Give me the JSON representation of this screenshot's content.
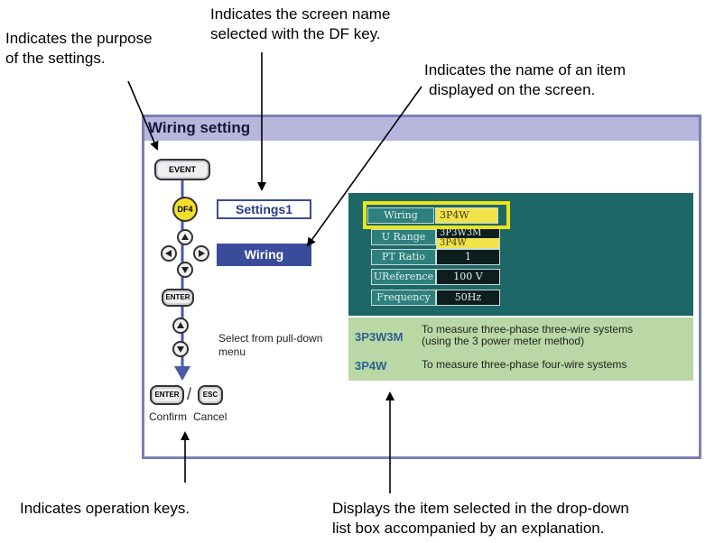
{
  "annotations": {
    "purpose": [
      "Indicates the purpose",
      "of the settings."
    ],
    "screen_name": [
      "Indicates the screen name",
      "selected with the DF key."
    ],
    "item_name": [
      "Indicates the name of an item",
      "displayed on the screen."
    ],
    "operation_keys": [
      "Indicates operation keys."
    ],
    "dropdown": [
      "Displays the item selected in the drop-down",
      "list box accompanied by an explanation."
    ]
  },
  "panel": {
    "title": "Wiring setting",
    "keys": {
      "event": "EVENT",
      "df4": "DF4",
      "enter": "ENTER",
      "enter2": "ENTER",
      "esc": "ESC",
      "slash": "/",
      "confirm": "Confirm",
      "cancel": "Cancel"
    },
    "settings_label": "Settings1",
    "wiring_label": "Wiring",
    "instruction": [
      "Select from pull-down",
      "menu"
    ],
    "screen": {
      "fields": [
        {
          "label": "Wiring",
          "value": "3P4W"
        },
        {
          "label": "U Range",
          "value": ""
        },
        {
          "label": "PT Ratio",
          "value": "1"
        },
        {
          "label": "UReference",
          "value": "100 V"
        },
        {
          "label": "Frequency",
          "value": "50Hz"
        }
      ],
      "dropdown_options": [
        "3P3W3M",
        "3P4W"
      ]
    },
    "options": [
      {
        "code": "3P3W3M",
        "desc": [
          "To measure three-phase three-wire systems",
          "(using the 3 power meter method)"
        ]
      },
      {
        "code": "3P4W",
        "desc": [
          "To measure three-phase four-wire systems"
        ]
      }
    ]
  },
  "colors": {
    "panel_border": "#7b7fb5",
    "title_bar": "#b7b6dd",
    "screen_bg": "#1d6766",
    "explanation_bg": "#b9d8a5",
    "highlight": "#ece41a",
    "df_key": "#f3df2c",
    "wiring_button": "#3a4b9c"
  }
}
